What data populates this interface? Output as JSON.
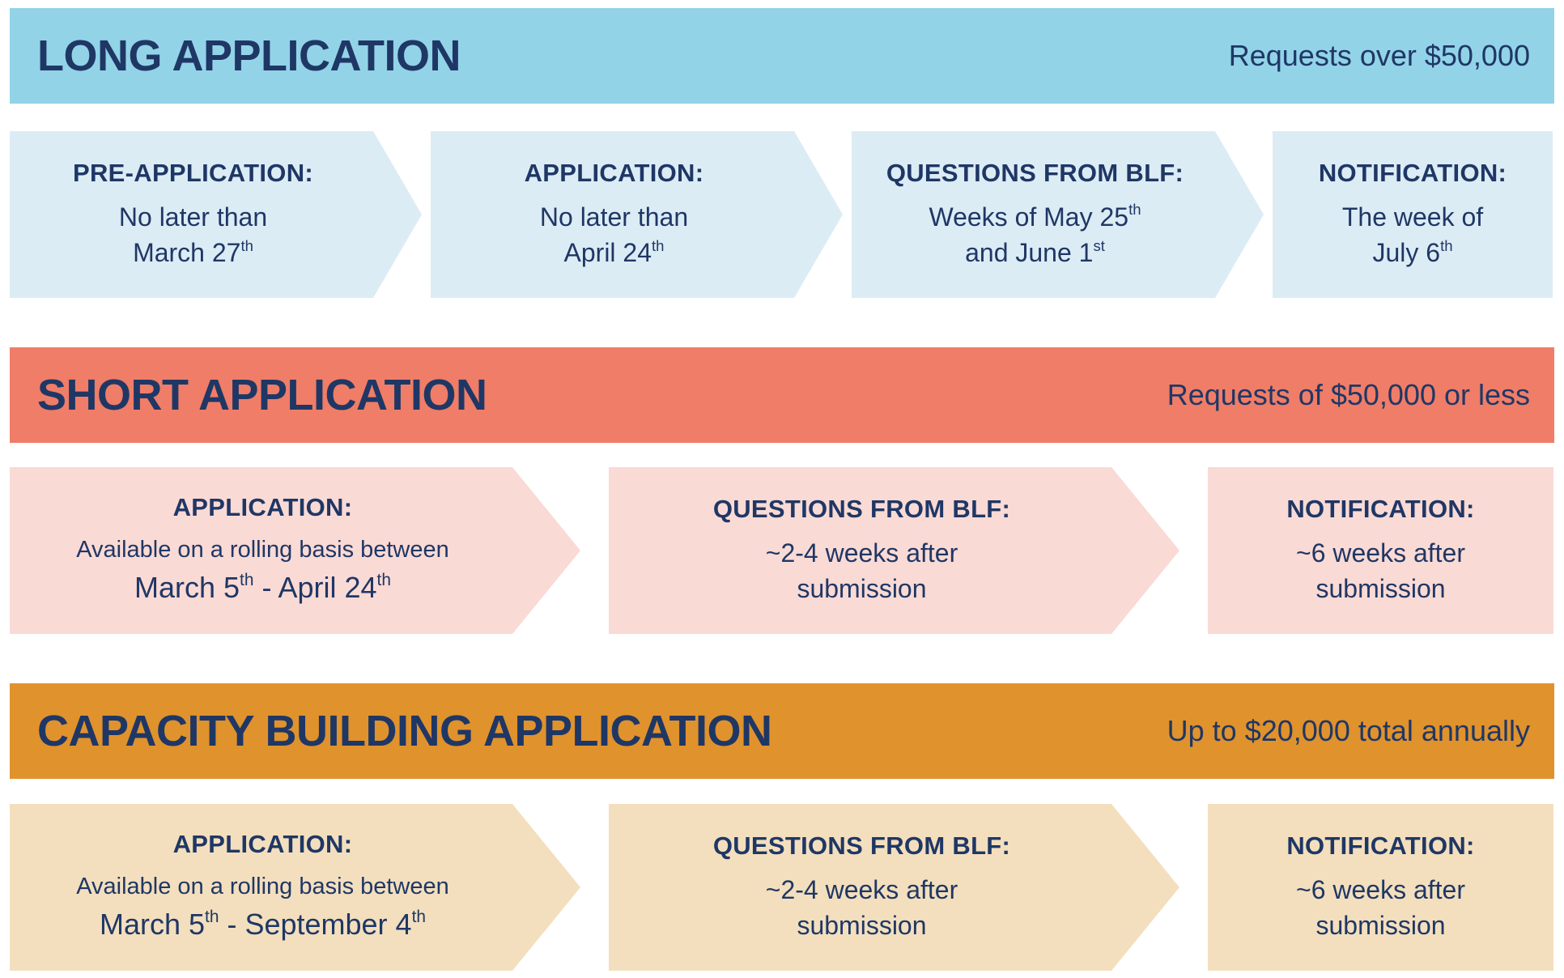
{
  "colors": {
    "text_navy": "#1f3765",
    "long_header_bg": "#92d3e8",
    "long_step_bg": "#dcecf5",
    "short_header_bg": "#f07d67",
    "short_step_bg": "#fadad5",
    "capacity_header_bg": "#e0922d",
    "capacity_step_bg": "#f3dfbe",
    "page_bg": "#ffffff"
  },
  "sections": [
    {
      "title": "LONG APPLICATION",
      "note": "Requests over $50,000",
      "header_bg": "#92d3e8",
      "step_bg": "#dcecf5",
      "steps": [
        {
          "label": "PRE-APPLICATION:",
          "lines": [
            {
              "segs": [
                {
                  "t": "No later than"
                }
              ]
            },
            {
              "segs": [
                {
                  "t": "March 27"
                },
                {
                  "t": "th",
                  "sup": true
                }
              ]
            }
          ]
        },
        {
          "label": "APPLICATION:",
          "lines": [
            {
              "segs": [
                {
                  "t": "No later than"
                }
              ]
            },
            {
              "segs": [
                {
                  "t": "April 24"
                },
                {
                  "t": "th",
                  "sup": true
                }
              ]
            }
          ]
        },
        {
          "label": "QUESTIONS FROM BLF:",
          "lines": [
            {
              "segs": [
                {
                  "t": "Weeks of May 25"
                },
                {
                  "t": "th",
                  "sup": true
                }
              ]
            },
            {
              "segs": [
                {
                  "t": "and June 1"
                },
                {
                  "t": "st",
                  "sup": true
                }
              ]
            }
          ]
        },
        {
          "label": "NOTIFICATION:",
          "lines": [
            {
              "segs": [
                {
                  "t": "The week of"
                }
              ]
            },
            {
              "segs": [
                {
                  "t": "July 6"
                },
                {
                  "t": "th",
                  "sup": true
                }
              ]
            }
          ]
        }
      ]
    },
    {
      "title": "SHORT APPLICATION",
      "note": "Requests of $50,000 or less",
      "header_bg": "#f07d67",
      "step_bg": "#fadad5",
      "steps": [
        {
          "label": "APPLICATION:",
          "lines": [
            {
              "size": "sm",
              "segs": [
                {
                  "t": "Available on a rolling basis between"
                }
              ]
            },
            {
              "size": "lg",
              "segs": [
                {
                  "t": "March 5"
                },
                {
                  "t": "th",
                  "sup": true
                },
                {
                  "t": " - April 24"
                },
                {
                  "t": "th",
                  "sup": true
                }
              ]
            }
          ]
        },
        {
          "label": "QUESTIONS FROM BLF:",
          "lines": [
            {
              "segs": [
                {
                  "t": "~2-4 weeks after"
                }
              ]
            },
            {
              "segs": [
                {
                  "t": "submission"
                }
              ]
            }
          ]
        },
        {
          "label": "NOTIFICATION:",
          "lines": [
            {
              "segs": [
                {
                  "t": "~6 weeks after"
                }
              ]
            },
            {
              "segs": [
                {
                  "t": "submission"
                }
              ]
            }
          ]
        }
      ]
    },
    {
      "title": "CAPACITY BUILDING APPLICATION",
      "note": "Up to $20,000 total annually",
      "header_bg": "#e0922d",
      "step_bg": "#f3dfbe",
      "steps": [
        {
          "label": "APPLICATION:",
          "lines": [
            {
              "size": "sm",
              "segs": [
                {
                  "t": "Available on a rolling basis between"
                }
              ]
            },
            {
              "size": "lg",
              "segs": [
                {
                  "t": "March 5"
                },
                {
                  "t": "th",
                  "sup": true
                },
                {
                  "t": " - September 4"
                },
                {
                  "t": "th",
                  "sup": true
                }
              ]
            }
          ]
        },
        {
          "label": "QUESTIONS FROM BLF:",
          "lines": [
            {
              "segs": [
                {
                  "t": "~2-4 weeks after"
                }
              ]
            },
            {
              "segs": [
                {
                  "t": "submission"
                }
              ]
            }
          ]
        },
        {
          "label": "NOTIFICATION:",
          "lines": [
            {
              "segs": [
                {
                  "t": "~6 weeks after"
                }
              ]
            },
            {
              "segs": [
                {
                  "t": "submission"
                }
              ]
            }
          ]
        }
      ]
    }
  ]
}
